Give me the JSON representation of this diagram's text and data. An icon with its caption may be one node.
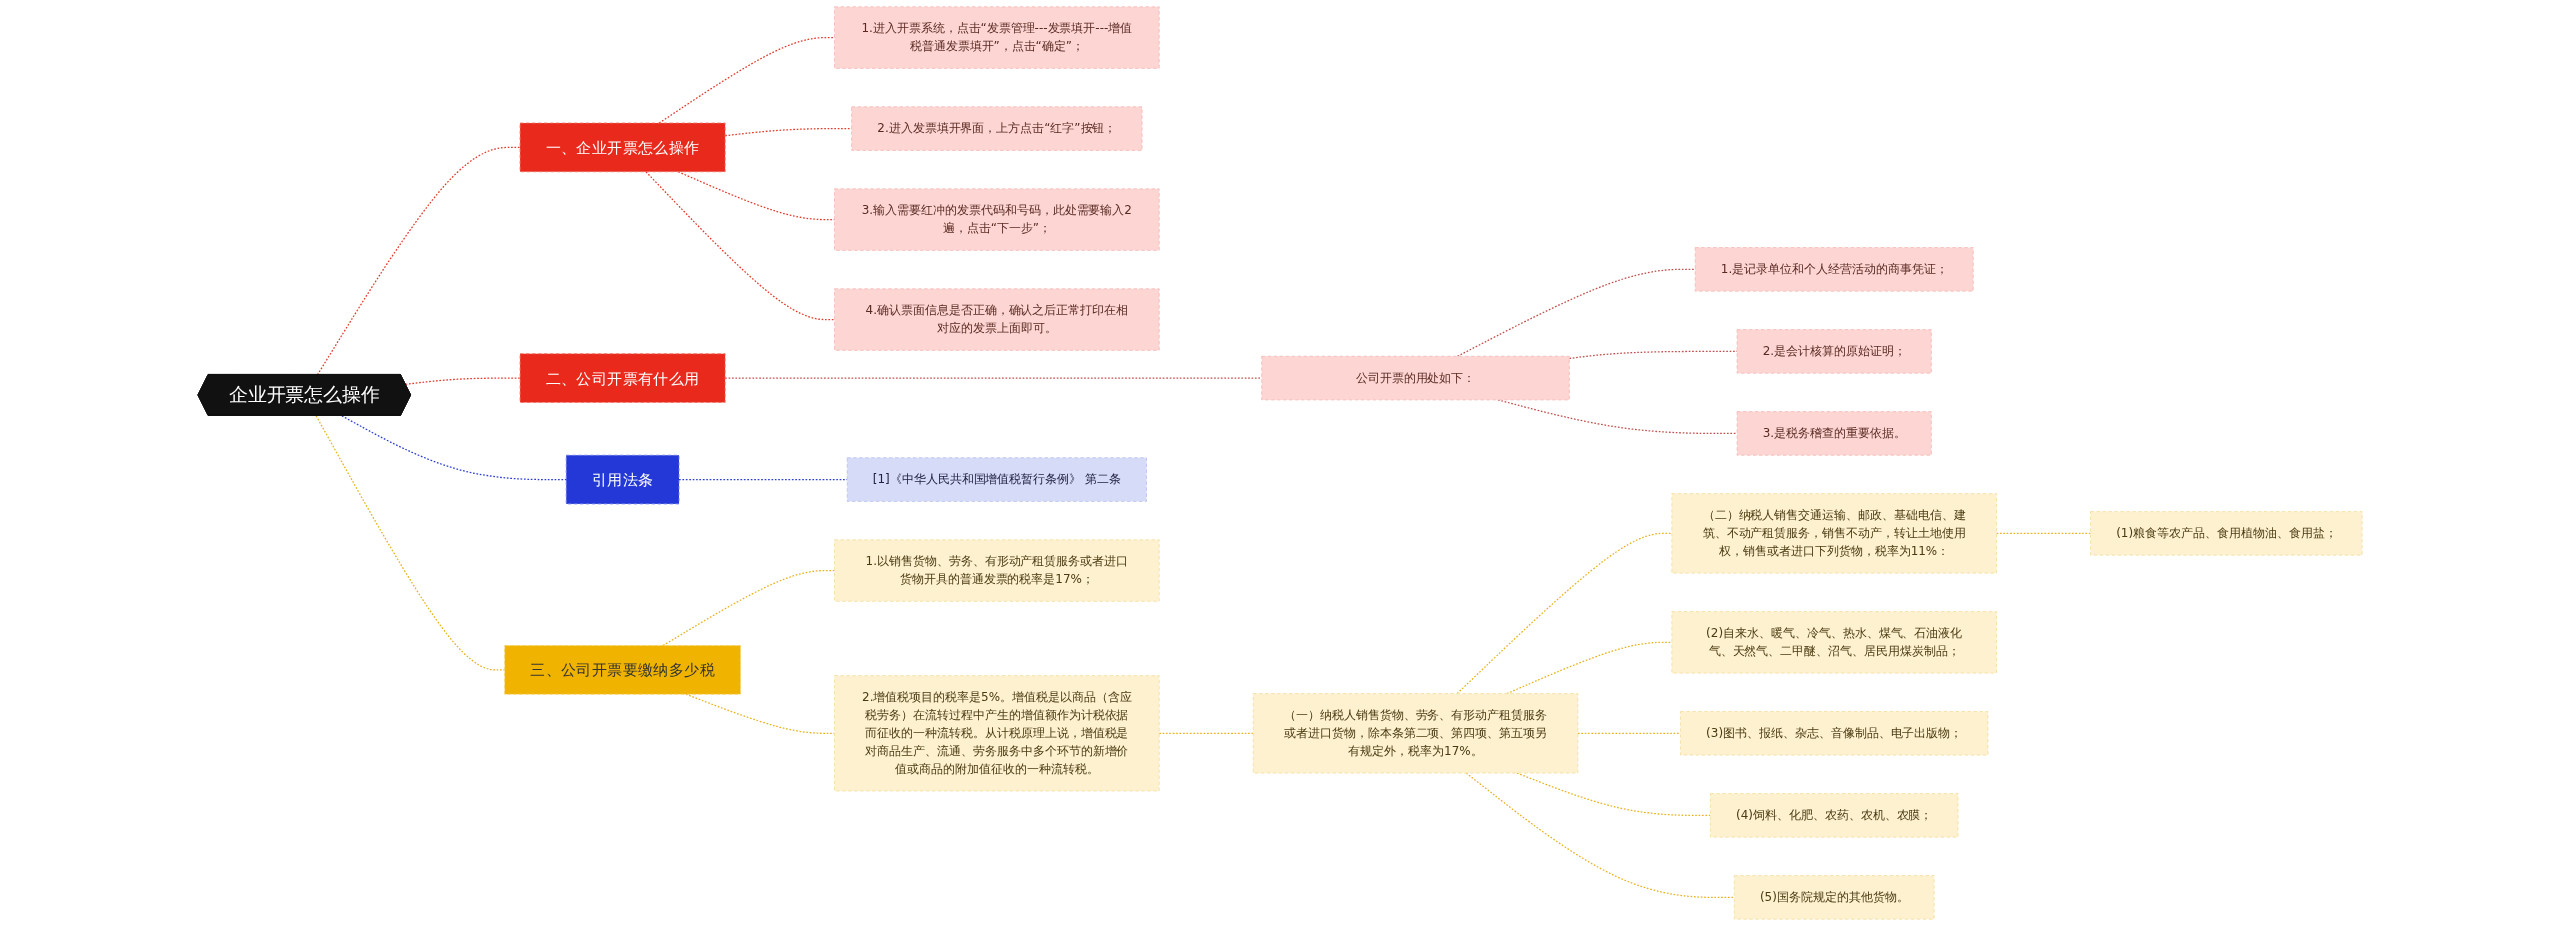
{
  "diagram": {
    "nodes": [
      {
        "text": [
          "企业开票怎么操作"
        ]
      },
      {
        "text": [
          "一、企业开票怎么操作"
        ]
      },
      {
        "text": [
          "1.进入开票系统，点击“发票管理---发票填开---增值税普通发票填开”，点击“确定”；"
        ]
      },
      {
        "text": [
          "2.进入发票填开界面，上方点击“红字”按钮；"
        ]
      },
      {
        "text": [
          "3.输入需要红冲的发票代码和号码，此处需要输入2遍，点击“下一步”；"
        ]
      },
      {
        "text": [
          "4.确认票面信息是否正确，确认之后正常打印在相对应的发票上面即可。"
        ]
      },
      {
        "text": [
          "二、公司开票有什么用"
        ]
      },
      {
        "text": [
          "公司开票的用处如下："
        ]
      },
      {
        "text": [
          "1.是记录单位和个人经营活动的商事凭证；"
        ]
      },
      {
        "text": [
          "2.是会计核算的原始证明；"
        ]
      },
      {
        "text": [
          "3.是税务稽查的重要依据。"
        ]
      },
      {
        "text": [
          "引用法条"
        ]
      },
      {
        "text": [
          "[1]《中华人民共和国增值税暂行条例》 第二条"
        ]
      },
      {
        "text": [
          "三、公司开票要缴纳多少税"
        ]
      },
      {
        "text": [
          "1.以销售货物、劳务、有形动产租赁服务或者进口货物开具的普通发票的税率是17%；"
        ]
      },
      {
        "text": [
          "2.增值税项目的税率是5%。增值税是以商品（含应税劳务）在流转过程中产生的增值额作为计税依据而征收的一种流转税。从计税原理上说，增值税是对商品生产、流通、劳务服务中多个环节的新增价值或商品的附加值征收的一种流转税。"
        ]
      },
      {
        "text": [
          "（一）纳税人销售货物、劳务、有形动产租赁服务或者进口货物，除本条第二项、第四项、第五项另有规定外，税率为17%。"
        ]
      },
      {
        "text": [
          "（二）纳税人销售交通运输、邮政、基础电信、建筑、不动产租赁服务，销售不动产，转让土地使用权，销售或者进口下列货物，税率为11%："
        ]
      },
      {
        "text": [
          "(1)粮食等农产品、食用植物油、食用盐；"
        ]
      },
      {
        "text": [
          "(2)自来水、暖气、冷气、热水、煤气、石油液化气、天然气、二甲醚、沼气、居民用煤炭制品；"
        ]
      },
      {
        "text": [
          "(3)图书、报纸、杂志、音像制品、电子出版物；"
        ]
      },
      {
        "text": [
          "(4)饲料、化肥、农药、农机、农膜；"
        ]
      },
      {
        "text": [
          "(5)国务院规定的其他货物。"
        ]
      }
    ],
    "edges": [
      {
        "from": 0,
        "to": 1,
        "arrow": "none",
        "style": "dashed",
        "color": "#e03c2c"
      },
      {
        "from": 1,
        "to": 2,
        "arrow": "none",
        "style": "dashed",
        "color": "#e03c2c"
      },
      {
        "from": 1,
        "to": 3,
        "arrow": "none",
        "style": "dashed",
        "color": "#e03c2c"
      },
      {
        "from": 1,
        "to": 4,
        "arrow": "none",
        "style": "dashed",
        "color": "#e03c2c"
      },
      {
        "from": 1,
        "to": 5,
        "arrow": "none",
        "style": "dashed",
        "color": "#e03c2c"
      },
      {
        "from": 0,
        "to": 6,
        "arrow": "none",
        "style": "dashed",
        "color": "#e03c2c"
      },
      {
        "from": 6,
        "to": 7,
        "arrow": "none",
        "style": "dashed",
        "color": "#c0504d"
      },
      {
        "from": 7,
        "to": 8,
        "arrow": "none",
        "style": "dashed",
        "color": "#c0504d"
      },
      {
        "from": 7,
        "to": 9,
        "arrow": "none",
        "style": "dashed",
        "color": "#c0504d"
      },
      {
        "from": 7,
        "to": 10,
        "arrow": "none",
        "style": "dashed",
        "color": "#c0504d"
      },
      {
        "from": 0,
        "to": 11,
        "arrow": "none",
        "style": "dashed",
        "color": "#2b3fd1"
      },
      {
        "from": 11,
        "to": 12,
        "arrow": "none",
        "style": "dashed",
        "color": "#2b3fd1"
      },
      {
        "from": 0,
        "to": 13,
        "arrow": "none",
        "style": "dashed",
        "color": "#e8b320"
      },
      {
        "from": 13,
        "to": 14,
        "arrow": "none",
        "style": "dashed",
        "color": "#e8b320"
      },
      {
        "from": 13,
        "to": 15,
        "arrow": "none",
        "style": "dashed",
        "color": "#e8b320"
      },
      {
        "from": 15,
        "to": 16,
        "arrow": "none",
        "style": "dashed",
        "color": "#e8b320"
      },
      {
        "from": 16,
        "to": 17,
        "arrow": "none",
        "style": "dashed",
        "color": "#e8b320"
      },
      {
        "from": 17,
        "to": 18,
        "arrow": "none",
        "style": "dashed",
        "color": "#e8b320"
      },
      {
        "from": 16,
        "to": 19,
        "arrow": "none",
        "style": "dashed",
        "color": "#e8b320"
      },
      {
        "from": 16,
        "to": 20,
        "arrow": "none",
        "style": "dashed",
        "color": "#e8b320"
      },
      {
        "from": 16,
        "to": 21,
        "arrow": "none",
        "style": "dashed",
        "color": "#e8b320"
      },
      {
        "from": 16,
        "to": 22,
        "arrow": "none",
        "style": "dashed",
        "color": "#e8b320"
      }
    ]
  }
}
